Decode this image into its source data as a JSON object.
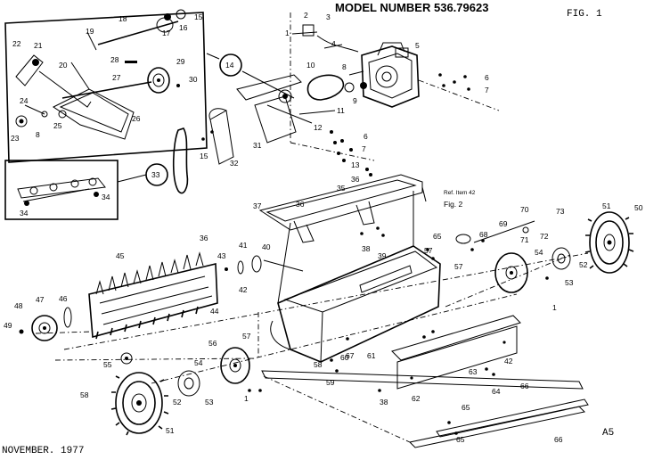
{
  "model_title": "MODEL NUMBER 536.79623",
  "fig_label": "FIG. 1",
  "date_label": "NOVEMBER. 1977",
  "page_code": "A5",
  "ref_note_line1": "Ref. Item 42",
  "ref_note_line2": "Fig. 2",
  "part_callouts": [
    "1",
    "2",
    "3",
    "4",
    "5",
    "6",
    "7",
    "8",
    "9",
    "10",
    "11",
    "12",
    "13",
    "14",
    "15",
    "16",
    "17",
    "18",
    "19",
    "20",
    "21",
    "22",
    "23",
    "24",
    "25",
    "26",
    "27",
    "28",
    "29",
    "30",
    "31",
    "32",
    "33",
    "34",
    "35",
    "36",
    "37",
    "38",
    "39",
    "40",
    "41",
    "42",
    "43",
    "44",
    "45",
    "46",
    "47",
    "48",
    "49",
    "50",
    "51",
    "52",
    "53",
    "54",
    "55",
    "56",
    "57",
    "58",
    "59",
    "60",
    "61",
    "62",
    "63",
    "64",
    "65",
    "66",
    "67",
    "68",
    "69",
    "70",
    "71",
    "72",
    "73"
  ],
  "circled_callouts": [
    "14",
    "33"
  ]
}
